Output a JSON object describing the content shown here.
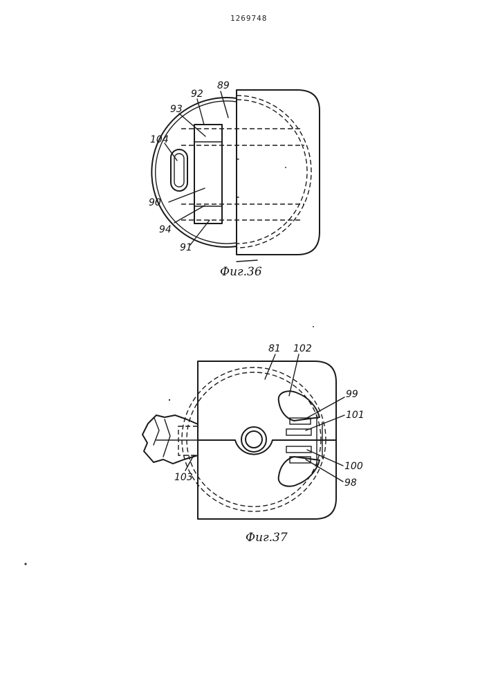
{
  "document": {
    "patent_number": "1269748"
  },
  "figure_36": {
    "caption": "Фиг.36",
    "labels": {
      "l89": "89",
      "l92": "92",
      "l93": "93",
      "l104": "104",
      "l90": "90",
      "l94": "94",
      "l91": "91"
    }
  },
  "figure_37": {
    "caption": "Фиг.37",
    "labels": {
      "l81": "81",
      "l102": "102",
      "l99": "99",
      "l101": "101",
      "l100": "100",
      "l98": "98",
      "l103": "103"
    }
  }
}
